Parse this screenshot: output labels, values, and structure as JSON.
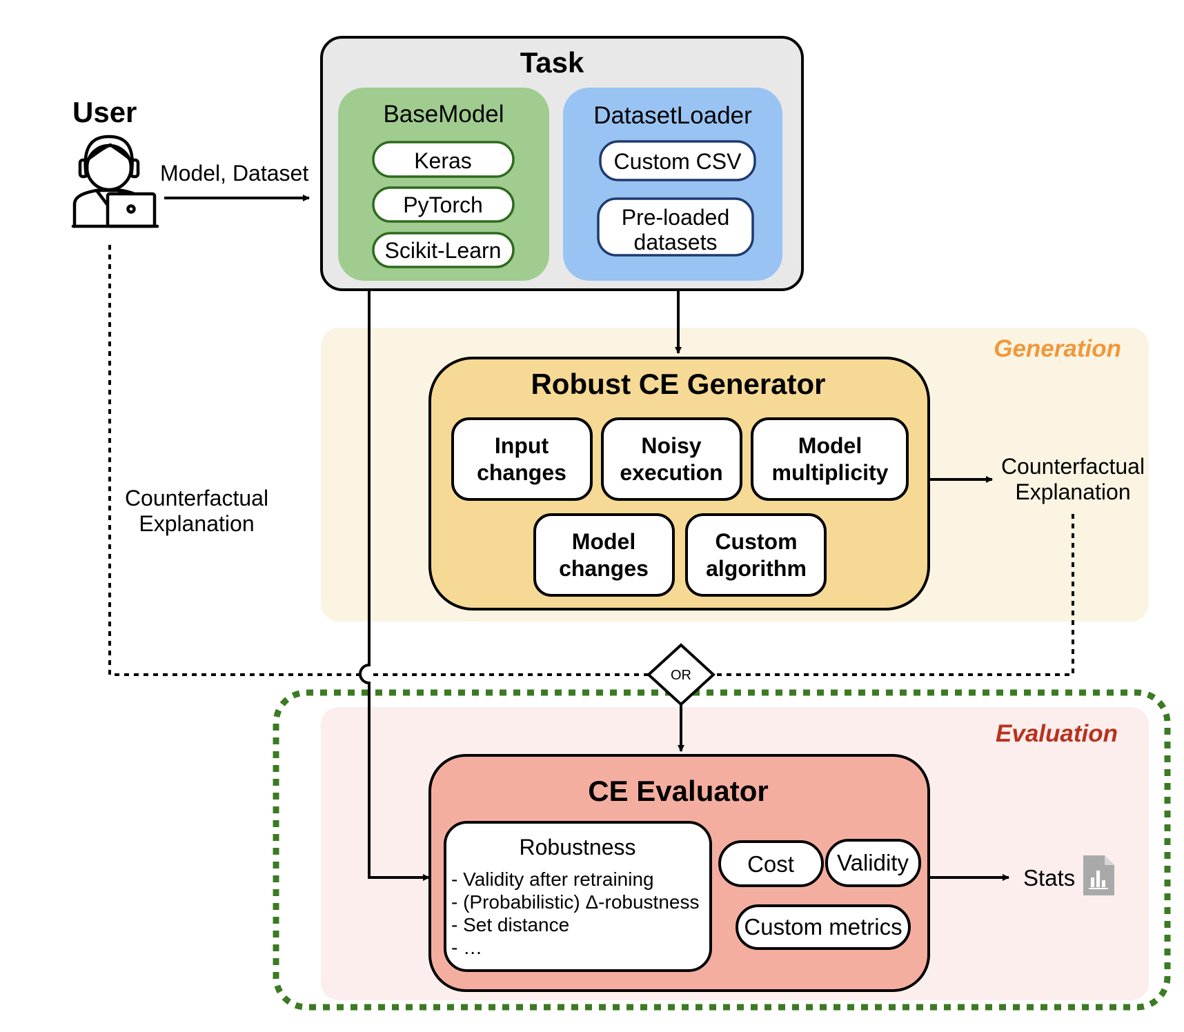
{
  "user": {
    "label": "User",
    "icon": "user-laptop-icon"
  },
  "edges": {
    "model_dataset": "Model, Dataset",
    "ce_left": [
      "Counterfactual",
      "Explanation"
    ],
    "ce_right": [
      "Counterfactual",
      "Explanation"
    ],
    "or": "OR",
    "stats": "Stats",
    "stats_icon": "bar-chart-document-icon"
  },
  "task": {
    "title": "Task",
    "basemodel": {
      "title": "BaseModel",
      "items": [
        "Keras",
        "PyTorch",
        "Scikit-Learn"
      ]
    },
    "datasetloader": {
      "title": "DatasetLoader",
      "items": [
        "Custom CSV",
        [
          "Pre-loaded",
          "datasets"
        ]
      ]
    }
  },
  "generation": {
    "label": "Generation",
    "generator": {
      "title": "Robust CE Generator",
      "methods": [
        [
          "Input",
          "changes"
        ],
        [
          "Noisy",
          "execution"
        ],
        [
          "Model",
          "multiplicity"
        ],
        [
          "Model",
          "changes"
        ],
        [
          "Custom",
          "algorithm"
        ]
      ]
    }
  },
  "evaluation": {
    "label": "Evaluation",
    "evaluator": {
      "title": "CE Evaluator",
      "robustness": {
        "title": "Robustness",
        "items": [
          "- Validity after retraining",
          "- (Probabilistic) Δ-robustness",
          "- Set distance",
          "- …"
        ]
      },
      "cost": "Cost",
      "validity": "Validity",
      "custom_metrics": "Custom metrics"
    }
  },
  "colors": {
    "task_bg": "#e8e8e8",
    "basemodel_bg": "#a0cc90",
    "datasetloader_bg": "#99c3f2",
    "generation_bg": "#fcf4e2",
    "generator_bg": "#f5d995",
    "generation_label": "#f0983a",
    "evaluation_bg": "#fbeeed",
    "evaluator_bg": "#f4aea0",
    "evaluation_label": "#b7321e",
    "dashed_green": "#3b7a22",
    "stats_icon": "#a9a9a9"
  }
}
